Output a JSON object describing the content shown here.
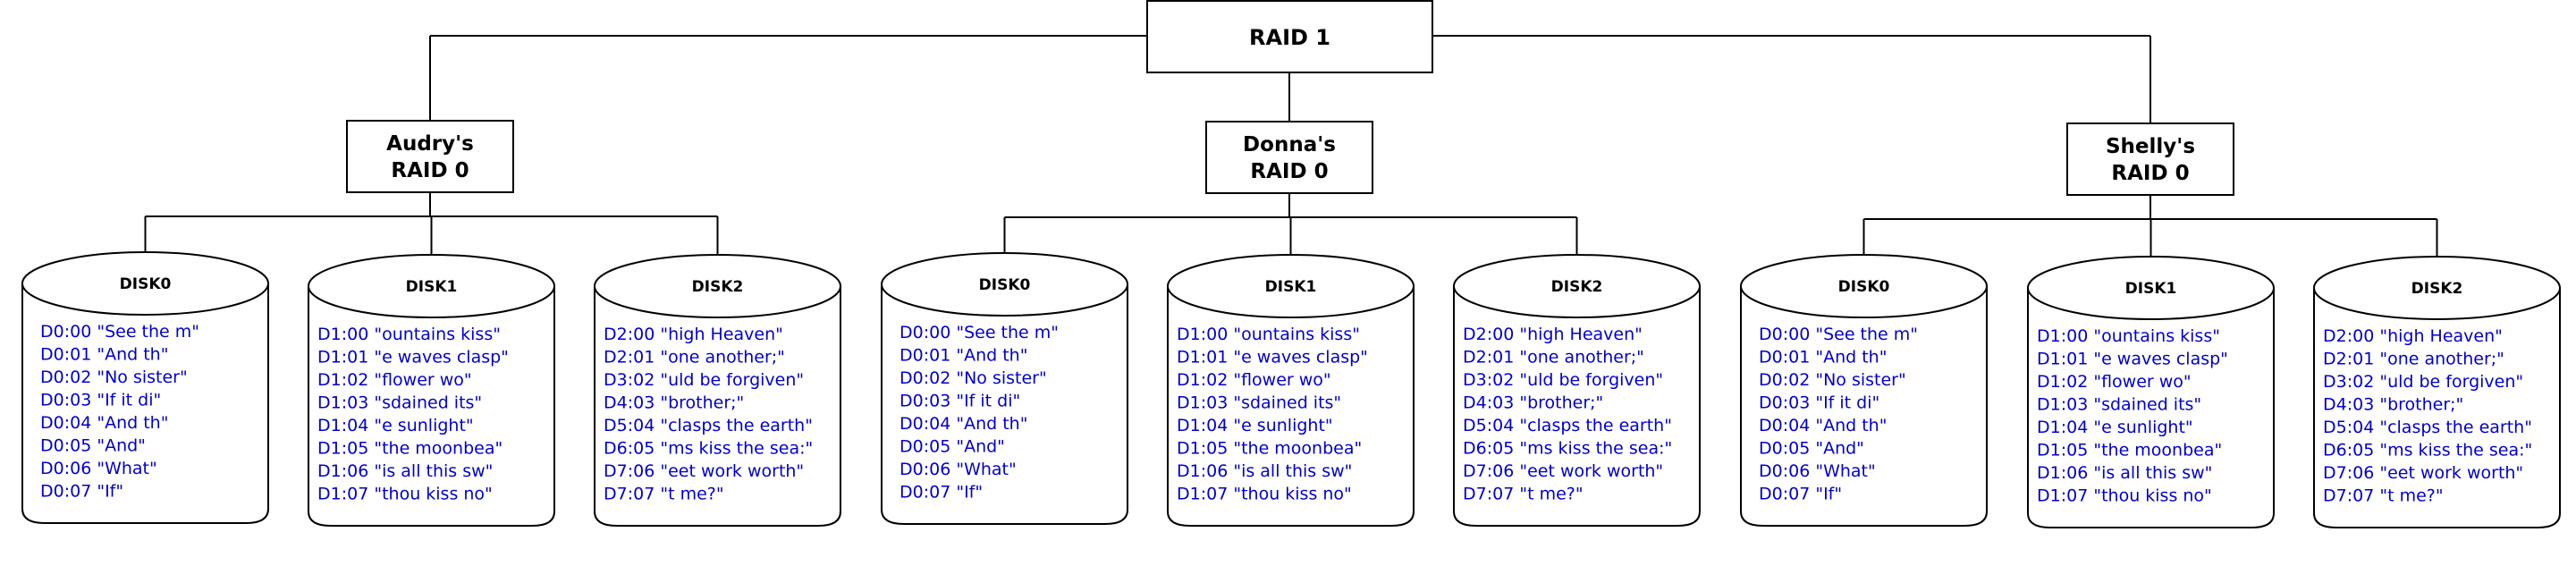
{
  "root": {
    "label": "RAID 1"
  },
  "groups": [
    {
      "owner": "Audry's",
      "level": "RAID 0",
      "disks": [
        {
          "name": "DISK0",
          "lines": [
            "D0:00 \"See the m\"",
            "D0:01 \"And th\"",
            "D0:02 \"No sister\"",
            "D0:03 \"If it di\"",
            "D0:04 \"And th\"",
            "D0:05 \"And\"",
            "D0:06 \"What\"",
            "D0:07 \"If\""
          ]
        },
        {
          "name": "DISK1",
          "lines": [
            "D1:00 \"ountains kiss\"",
            "D1:01 \"e waves clasp\"",
            "D1:02 \"flower wo\"",
            "D1:03 \"sdained its\"",
            "D1:04 \"e sunlight\"",
            "D1:05 \"the moonbea\"",
            "D1:06 \"is all this sw\"",
            "D1:07 \"thou kiss no\""
          ]
        },
        {
          "name": "DISK2",
          "lines": [
            "D2:00 \"high Heaven\"",
            "D2:01 \"one another;\"",
            "D3:02 \"uld be forgiven\"",
            "D4:03 \"brother;\"",
            "D5:04 \"clasps the earth\"",
            "D6:05 \"ms kiss the sea:\"",
            "D7:06 \"eet work worth\"",
            "D7:07 \"t me?\""
          ]
        }
      ]
    },
    {
      "owner": "Donna's",
      "level": "RAID 0",
      "disks": [
        {
          "name": "DISK0",
          "lines": [
            "D0:00 \"See the m\"",
            "D0:01 \"And th\"",
            "D0:02 \"No sister\"",
            "D0:03 \"If it di\"",
            "D0:04 \"And th\"",
            "D0:05 \"And\"",
            "D0:06 \"What\"",
            "D0:07 \"If\""
          ]
        },
        {
          "name": "DISK1",
          "lines": [
            "D1:00 \"ountains kiss\"",
            "D1:01 \"e waves clasp\"",
            "D1:02 \"flower wo\"",
            "D1:03 \"sdained its\"",
            "D1:04 \"e sunlight\"",
            "D1:05 \"the moonbea\"",
            "D1:06 \"is all this sw\"",
            "D1:07 \"thou kiss no\""
          ]
        },
        {
          "name": "DISK2",
          "lines": [
            "D2:00 \"high Heaven\"",
            "D2:01 \"one another;\"",
            "D3:02 \"uld be forgiven\"",
            "D4:03 \"brother;\"",
            "D5:04 \"clasps the earth\"",
            "D6:05 \"ms kiss the sea:\"",
            "D7:06 \"eet work worth\"",
            "D7:07 \"t me?\""
          ]
        }
      ]
    },
    {
      "owner": "Shelly's",
      "level": "RAID 0",
      "disks": [
        {
          "name": "DISK0",
          "lines": [
            "D0:00 \"See the m\"",
            "D0:01 \"And th\"",
            "D0:02 \"No sister\"",
            "D0:03 \"If it di\"",
            "D0:04 \"And th\"",
            "D0:05 \"And\"",
            "D0:06 \"What\"",
            "D0:07 \"If\""
          ]
        },
        {
          "name": "DISK1",
          "lines": [
            "D1:00 \"ountains kiss\"",
            "D1:01 \"e waves clasp\"",
            "D1:02 \"flower wo\"",
            "D1:03 \"sdained its\"",
            "D1:04 \"e sunlight\"",
            "D1:05 \"the moonbea\"",
            "D1:06 \"is all this sw\"",
            "D1:07 \"thou kiss no\""
          ]
        },
        {
          "name": "DISK2",
          "lines": [
            "D2:00 \"high Heaven\"",
            "D2:01 \"one another;\"",
            "D3:02 \"uld be forgiven\"",
            "D4:03 \"brother;\"",
            "D5:04 \"clasps the earth\"",
            "D6:05 \"ms kiss the sea:\"",
            "D7:06 \"eet work worth\"",
            "D7:07 \"t me?\""
          ]
        }
      ]
    }
  ],
  "colors": {
    "line": "#000000",
    "data_text": "#0000cc",
    "label_text": "#000000",
    "fill": "#ffffff"
  }
}
